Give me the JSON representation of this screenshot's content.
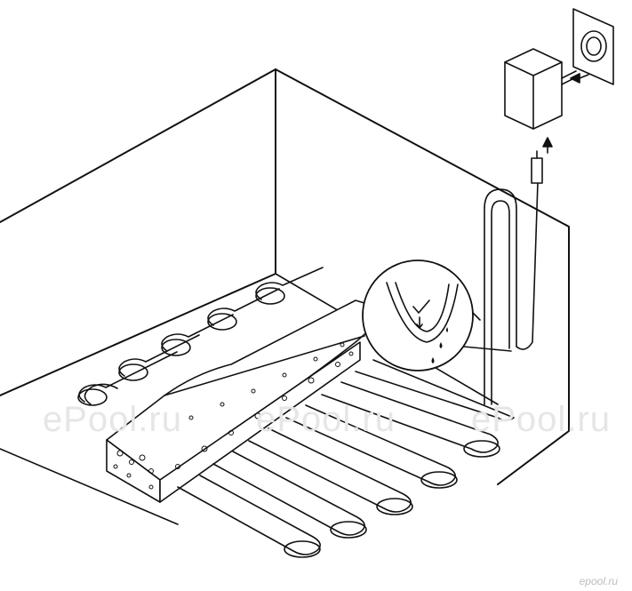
{
  "watermarks": [
    "ePool.ru",
    "ePool.ru",
    "ePool.ru"
  ],
  "corner_mark": "epool.ru",
  "colors": {
    "line": "#111111",
    "fill": "#ffffff",
    "watermark": "#e6e6e6"
  },
  "icons": [
    "check-icon",
    "arrow-icon",
    "water-drop-icon"
  ]
}
